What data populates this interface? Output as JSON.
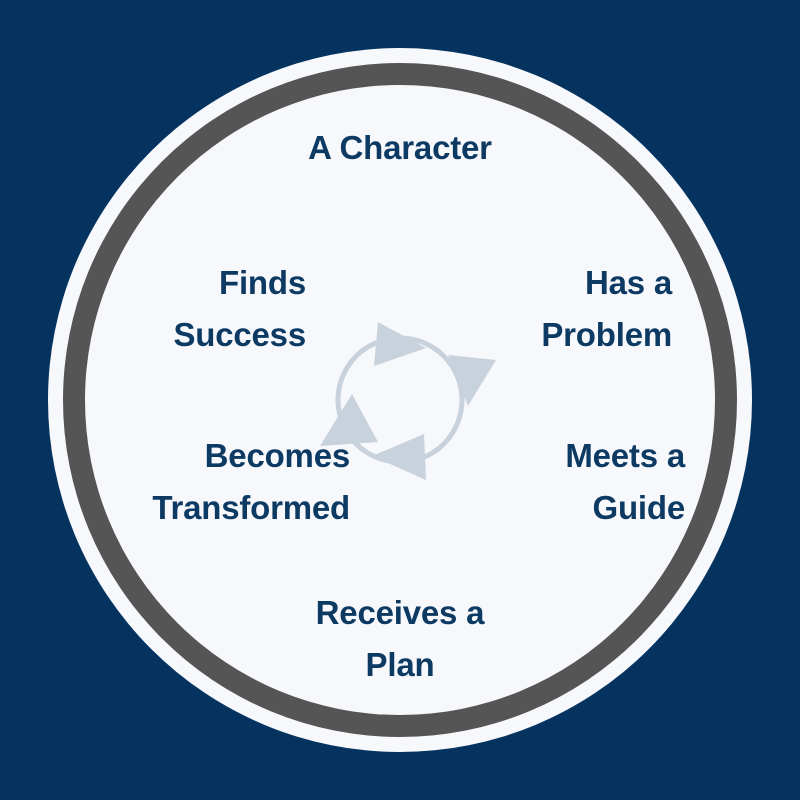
{
  "diagram": {
    "type": "cycle",
    "title": "A Character",
    "center_icon": "circular-arrows-icon",
    "background_color": "#05335F",
    "ring_color": "#555555",
    "face_color": "#F7F8FC",
    "text_color": "#0D3A63",
    "arrow_color": "#C8D2DC",
    "steps": [
      {
        "id": "character",
        "label": "A Character",
        "position": "top"
      },
      {
        "id": "problem",
        "label": "Has a\nProblem",
        "position": "upper-right"
      },
      {
        "id": "guide",
        "label": "Meets a\nGuide",
        "position": "lower-right"
      },
      {
        "id": "plan",
        "label": "Receives a\nPlan",
        "position": "bottom"
      },
      {
        "id": "transformed",
        "label": "Becomes\nTransformed",
        "position": "lower-left"
      },
      {
        "id": "success",
        "label": "Finds\nSuccess",
        "position": "upper-left"
      }
    ]
  }
}
